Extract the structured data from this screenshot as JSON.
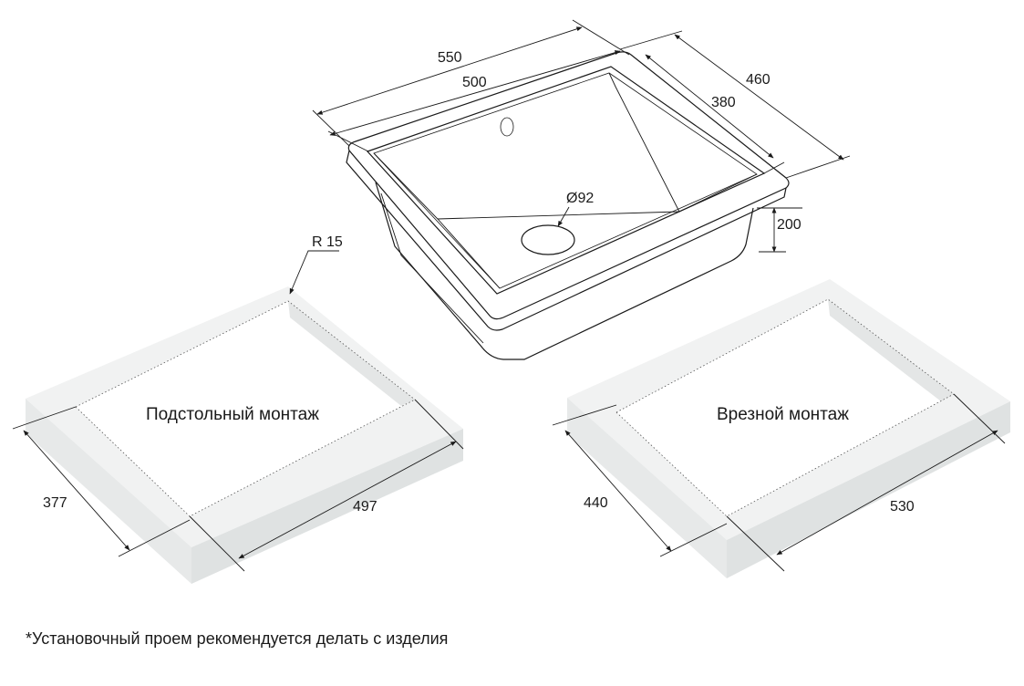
{
  "sink": {
    "dim_overall_length": "550",
    "dim_inner_length": "500",
    "dim_overall_width": "460",
    "dim_inner_width": "380",
    "dim_drain": "Ø92",
    "dim_depth": "200"
  },
  "undermount": {
    "label": "Подстольный монтаж",
    "dim_radius": "R 15",
    "dim_width": "377",
    "dim_length": "497"
  },
  "inset": {
    "label": "Врезной монтаж",
    "dim_width": "440",
    "dim_length": "530"
  },
  "footnote": "*Установочный проем рекомендуется делать с изделия",
  "colors": {
    "line": "#1a1a1a",
    "slab_top": "#f1f2f2",
    "slab_side": "#e3e5e5"
  }
}
